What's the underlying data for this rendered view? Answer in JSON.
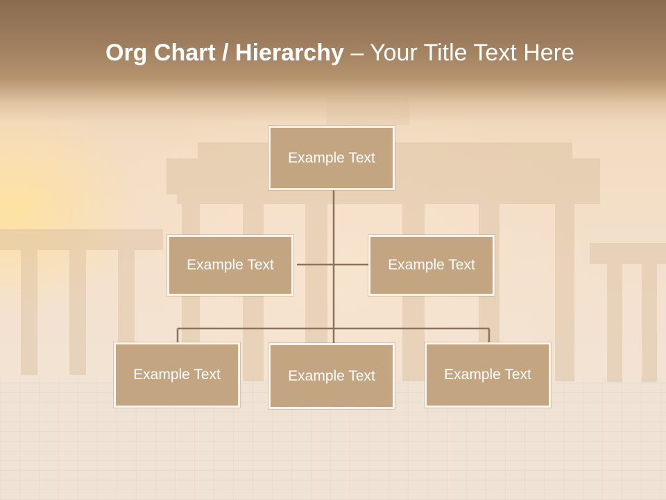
{
  "slide": {
    "title": {
      "bold": "Org Chart / Hierarchy",
      "dash": " – ",
      "light": "Your Title Text Here"
    },
    "chart": {
      "top": {
        "text": "Example Text"
      },
      "assistants": [
        {
          "text": "Example Text"
        },
        {
          "text": "Example Text"
        }
      ],
      "children": [
        {
          "text": "Example Text"
        },
        {
          "text": "Example Text"
        },
        {
          "text": "Example Text"
        }
      ]
    }
  },
  "colors": {
    "node_fill": "#c3a582",
    "node_border": "#fbf5ee",
    "connector": "#8b7360",
    "title_band": "#9d7d5d",
    "title_text": "#ffffff"
  }
}
